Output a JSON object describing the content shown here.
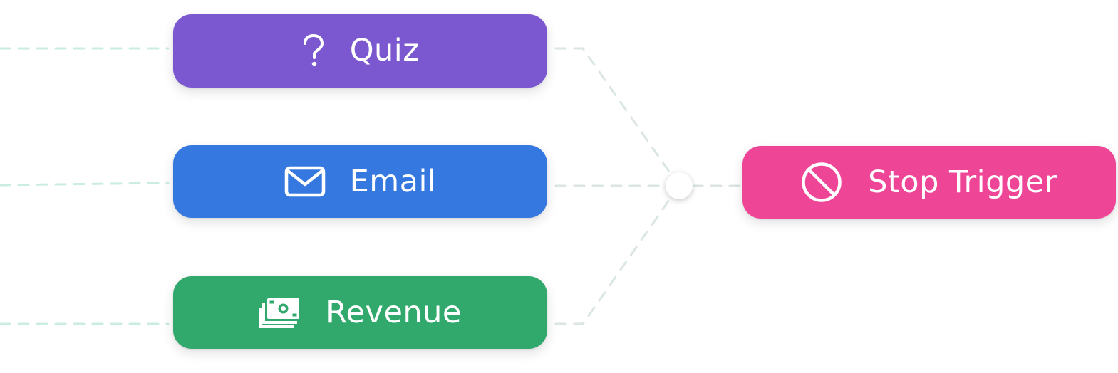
{
  "nodes": {
    "quiz": {
      "label": "Quiz",
      "icon": "question-mark-icon",
      "color": "#7b58d0"
    },
    "email": {
      "label": "Email",
      "icon": "envelope-icon",
      "color": "#3578e0"
    },
    "revenue": {
      "label": "Revenue",
      "icon": "banknotes-icon",
      "color": "#32a96c"
    },
    "stop": {
      "label": "Stop Trigger",
      "icon": "prohibited-icon",
      "color": "#ef4597"
    }
  },
  "connector_color": "#d8e8e2",
  "incoming_connector_color": "#cbece0"
}
